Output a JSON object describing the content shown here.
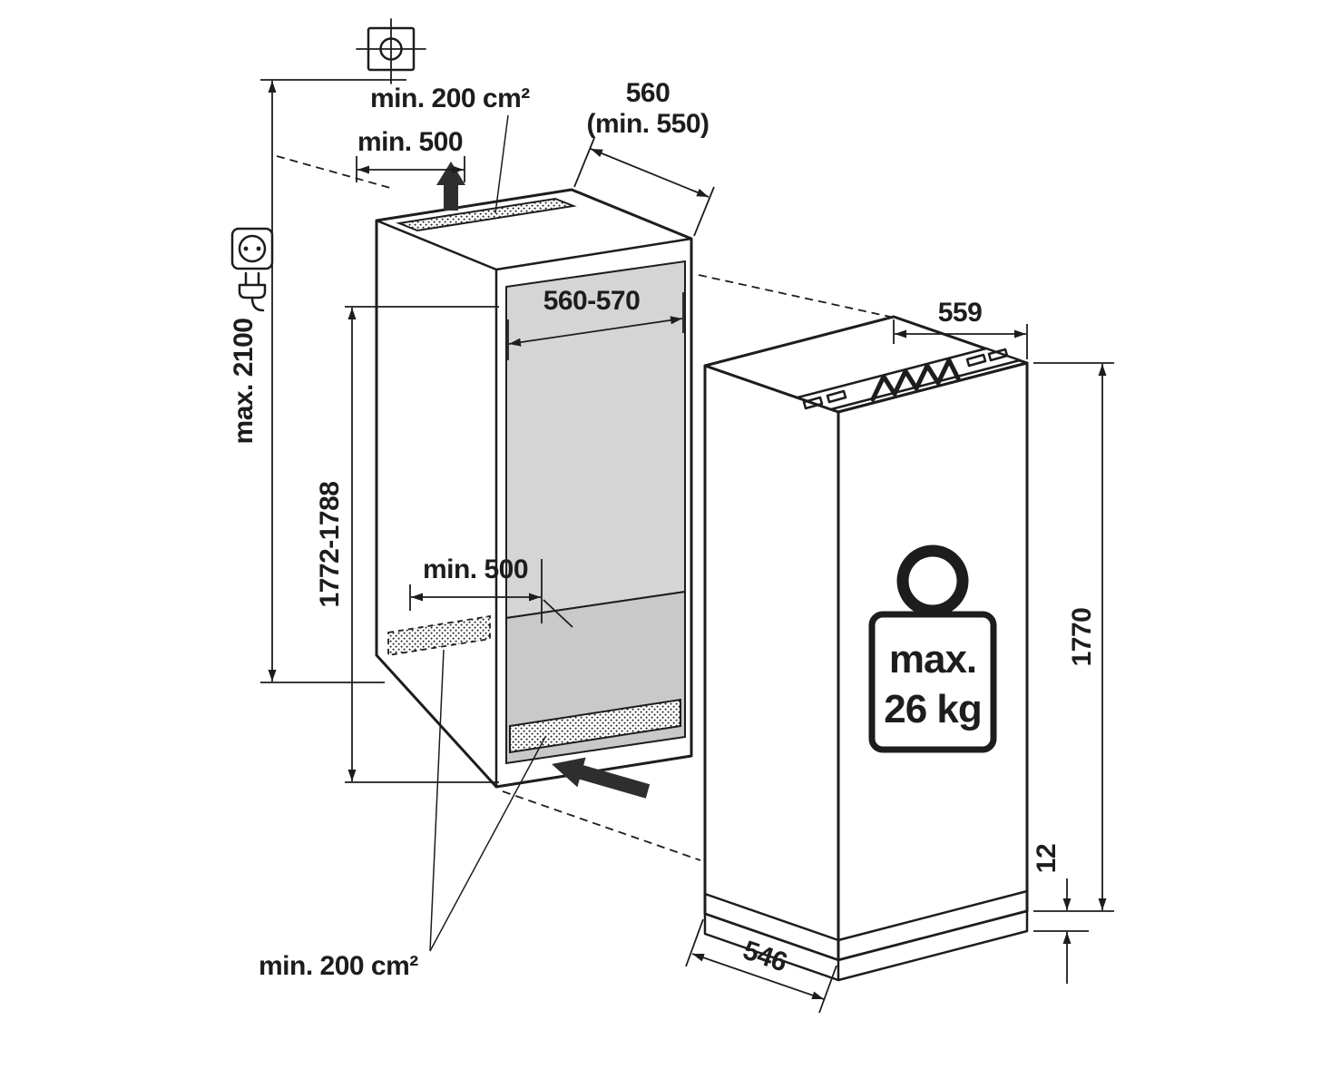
{
  "diagram": {
    "labels": {
      "top_vent_area": "min. 200 cm²",
      "top_clearance": "min. 500",
      "niche_depth": "560",
      "niche_depth_min": "(min. 550)",
      "wall_height": "max. 2100",
      "niche_height": "1772-1788",
      "niche_width": "560-570",
      "floor_clearance": "min. 500",
      "appliance_width": "559",
      "appliance_height": "1770",
      "base_gap": "12",
      "appliance_depth": "546",
      "bottom_vent_area": "min. 200 cm²",
      "door_weight_max": "max.",
      "door_weight_value": "26 kg"
    },
    "icons": {
      "crosshair": "registration-crosshair",
      "socket": "power-socket",
      "plug": "power-plug",
      "weight": "max-load-weight",
      "airflow_top": "airflow-up-arrow",
      "airflow_bottom": "airflow-inlet-arrow"
    },
    "colors": {
      "line": "#1d1d1b",
      "niche_back_wall": "#d5d5d5",
      "niche_floor": "#c9c9c9",
      "solid_arrow": "#2e2e2e",
      "background": "#ffffff"
    }
  }
}
